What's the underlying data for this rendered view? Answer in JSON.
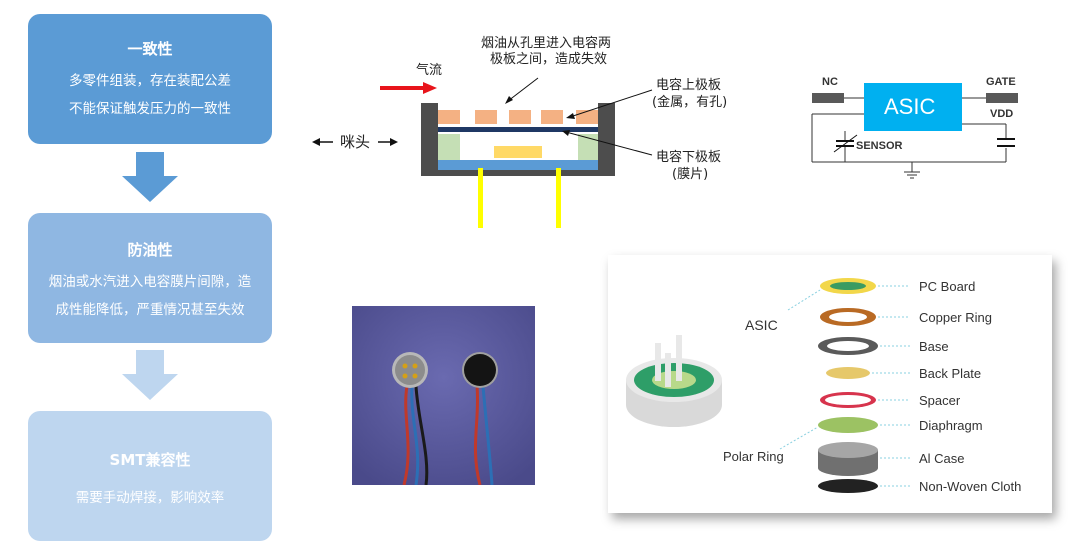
{
  "left_flow": {
    "box1": {
      "title": "一致性",
      "line1": "多零件组装，存在装配公差",
      "line2": "不能保证触发压力的一致性",
      "color": "#5b9bd5"
    },
    "box2": {
      "title": "防油性",
      "line1": "烟油或水汽进入电容膜片间隙，造",
      "line2": "成性能降低，严重情况甚至失效",
      "color": "#8fb7e2"
    },
    "box3": {
      "title": "SMT兼容性",
      "line1": "需要手动焊接，影响效率",
      "color": "#bed6ef"
    }
  },
  "mic_diagram": {
    "airflow": "气流",
    "mic_head": "咪头",
    "oil_note_line1": "烟油从孔里进入电容两",
    "oil_note_line2": "极板之间，造成失效",
    "upper_plate_line1": "电容上极板",
    "upper_plate_line2": "(金属，有孔)",
    "lower_plate_line1": "电容下极板",
    "lower_plate_line2": "(膜片)"
  },
  "circuit": {
    "nc": "NC",
    "gate": "GATE",
    "asic": "ASIC",
    "vdd": "VDD",
    "sensor": "SENSOR"
  },
  "exploded": {
    "asic_label": "ASIC",
    "polar_ring_label": "Polar Ring",
    "parts": [
      "PC Board",
      "Copper Ring",
      "Base",
      "Back Plate",
      "Spacer",
      "Diaphragm",
      "Al Case",
      "Non-Woven Cloth"
    ]
  }
}
